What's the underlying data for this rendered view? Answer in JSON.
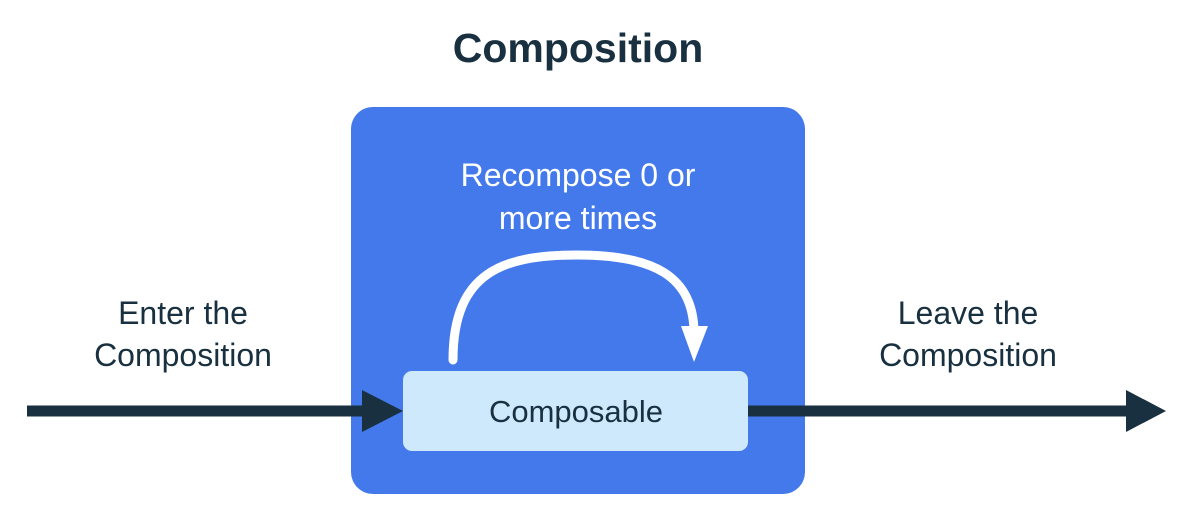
{
  "diagram": {
    "title": "Composition",
    "background_color": "#ffffff",
    "colors": {
      "title_text": "#18303f",
      "composition_box_fill": "#4479ec",
      "composable_box_fill": "#cee8fc",
      "composable_text": "#18303f",
      "recompose_text": "#ffffff",
      "recompose_arrow": "#ffffff",
      "flow_arrow": "#18303f",
      "side_label_text": "#18303f"
    },
    "composition_box": {
      "name": "composition-boundary",
      "recompose_label": {
        "line1": "Recompose 0 or",
        "line2": "more times"
      },
      "recompose_arrow_name": "recompose-loop-arrow",
      "composable_node": {
        "label": "Composable"
      }
    },
    "enter_label": {
      "line1": "Enter the",
      "line2": "Composition"
    },
    "leave_label": {
      "line1": "Leave the",
      "line2": "Composition"
    },
    "enter_arrow_name": "enter-composition-arrow",
    "leave_arrow_name": "leave-composition-arrow"
  }
}
